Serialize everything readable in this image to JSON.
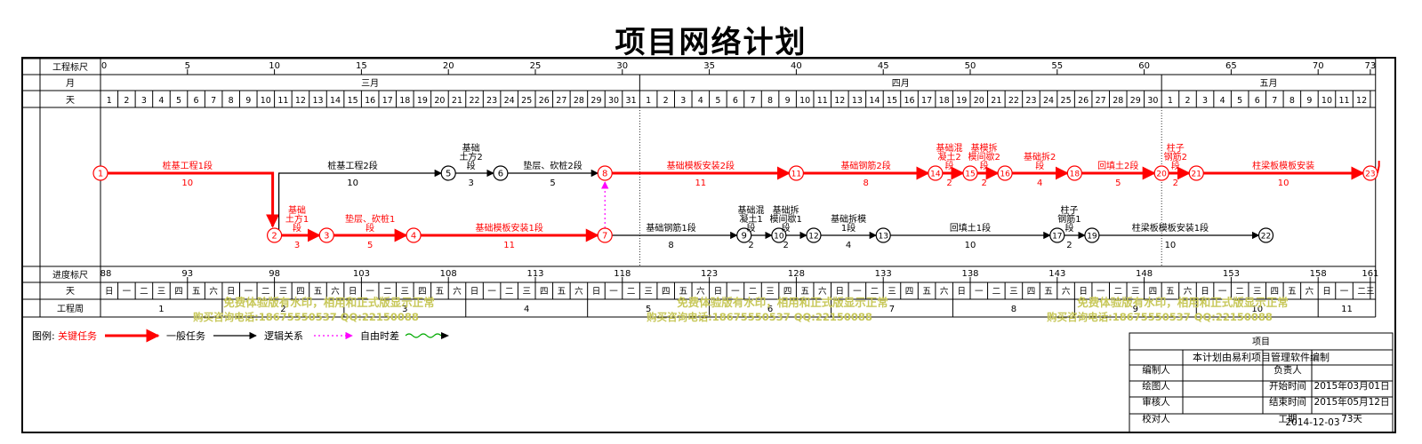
{
  "title": "项目网络计划",
  "rows": {
    "scale": "工程标尺",
    "month": "月",
    "day": "天",
    "progress": "进度标尺",
    "weekday": "天",
    "week": "工程周"
  },
  "scale_ticks": [
    "0",
    "5",
    "10",
    "15",
    "20",
    "25",
    "30",
    "35",
    "40",
    "45",
    "50",
    "55",
    "60",
    "65",
    "70",
    "73"
  ],
  "months": [
    "三月",
    "四月",
    "五月"
  ],
  "days": {
    "march": [
      "1",
      "2",
      "3",
      "4",
      "5",
      "6",
      "7",
      "8",
      "9",
      "10",
      "11",
      "12",
      "13",
      "14",
      "15",
      "16",
      "17",
      "18",
      "19",
      "20",
      "21",
      "22",
      "23",
      "24",
      "25",
      "26",
      "27",
      "28",
      "29",
      "30",
      "31"
    ],
    "april": [
      "1",
      "2",
      "3",
      "4",
      "5",
      "6",
      "7",
      "8",
      "9",
      "10",
      "11",
      "12",
      "13",
      "14",
      "15",
      "16",
      "17",
      "18",
      "19",
      "20",
      "21",
      "22",
      "23",
      "24",
      "25",
      "26",
      "27",
      "28",
      "29",
      "30"
    ],
    "may": [
      "1",
      "2",
      "3",
      "4",
      "5",
      "6",
      "7",
      "8",
      "9",
      "10",
      "11",
      "12"
    ]
  },
  "progress_ticks": [
    "88",
    "93",
    "98",
    "103",
    "108",
    "113",
    "118",
    "123",
    "128",
    "133",
    "138",
    "143",
    "148",
    "153",
    "158",
    "161"
  ],
  "weekdays_start": [
    "日",
    "一",
    "二",
    "三",
    "四",
    "五",
    "六"
  ],
  "week_numbers": [
    "1",
    "2",
    "3",
    "4",
    "5",
    "6",
    "7",
    "8",
    "9",
    "10",
    "11"
  ],
  "nodes": [
    "1",
    "2",
    "3",
    "4",
    "5",
    "6",
    "7",
    "8",
    "9",
    "10",
    "11",
    "12",
    "13",
    "14",
    "15",
    "16",
    "17",
    "18",
    "19",
    "20",
    "21",
    "22",
    "23"
  ],
  "tasks": [
    {
      "id": "t1",
      "name": "桩基工程1段",
      "dur": "10",
      "critical": true
    },
    {
      "id": "t2",
      "name": "桩基工程2段",
      "dur": "10",
      "critical": false
    },
    {
      "id": "t3",
      "name": "基础\n土方2\n段",
      "dur": "3",
      "critical": false
    },
    {
      "id": "t4",
      "name": "垫层、砍桩2段",
      "dur": "5",
      "critical": false
    },
    {
      "id": "t5",
      "name": "基础模板安装2段",
      "dur": "11",
      "critical": true
    },
    {
      "id": "t6",
      "name": "基础钢筋2段",
      "dur": "8",
      "critical": true
    },
    {
      "id": "t7",
      "name": "基础混\n凝土2\n段",
      "dur": "2",
      "critical": true
    },
    {
      "id": "t8",
      "name": "基模拆\n模间歇2\n段",
      "dur": "2",
      "critical": true
    },
    {
      "id": "t9",
      "name": "基础拆2\n段",
      "dur": "4",
      "critical": true
    },
    {
      "id": "t10",
      "name": "回填土2段",
      "dur": "5",
      "critical": true
    },
    {
      "id": "t11",
      "name": "柱子\n钢筋2\n段",
      "dur": "2",
      "critical": true
    },
    {
      "id": "t12",
      "name": "柱梁板模板安装",
      "dur": "10",
      "critical": true
    },
    {
      "id": "t13",
      "name": "基础\n土方1\n段",
      "dur": "3",
      "critical": true
    },
    {
      "id": "t14",
      "name": "垫层、砍桩1\n段",
      "dur": "5",
      "critical": true
    },
    {
      "id": "t15",
      "name": "基础模板安装1段",
      "dur": "11",
      "critical": true
    },
    {
      "id": "t16",
      "name": "基础钢筋1段",
      "dur": "8",
      "critical": false
    },
    {
      "id": "t17",
      "name": "基础混\n凝土1\n段",
      "dur": "2",
      "critical": false
    },
    {
      "id": "t18",
      "name": "基础拆\n模间歇1\n段",
      "dur": "2",
      "critical": false
    },
    {
      "id": "t19",
      "name": "基础拆模\n1段",
      "dur": "4",
      "critical": false
    },
    {
      "id": "t20",
      "name": "回填土1段",
      "dur": "10",
      "critical": false
    },
    {
      "id": "t21",
      "name": "柱子\n钢筋1\n段",
      "dur": "2",
      "critical": false
    },
    {
      "id": "t22",
      "name": "柱梁板模板安装1段",
      "dur": "10",
      "critical": false
    }
  ],
  "watermark": {
    "line1": "免费体验版有水印，相用和正式版显示正常",
    "line2": "购买咨询电话:18675550537 QQ:22150088"
  },
  "legend": {
    "label": "图例:",
    "critical": "关键任务",
    "normal": "一般任务",
    "logic": "逻辑关系",
    "float": "自由时差"
  },
  "info": {
    "project": "项目",
    "software": "本计划由易利项目管理软件编制",
    "r1": "编制人",
    "r1b": "负责人",
    "r2": "绘图人",
    "r2b": "开始时间",
    "r2c": "2015年03月01日",
    "r3": "审核人",
    "r3b": "结束时间",
    "r3c": "2015年05月12日",
    "r4": "校对人",
    "r4b": "工期",
    "r4c": "73天",
    "date": "2014-12-03"
  },
  "colors": {
    "critical": "#ff0000",
    "normal": "#000000",
    "logic": "#ff00ff",
    "float": "#00aa00",
    "watermark": "#c8c85a"
  }
}
